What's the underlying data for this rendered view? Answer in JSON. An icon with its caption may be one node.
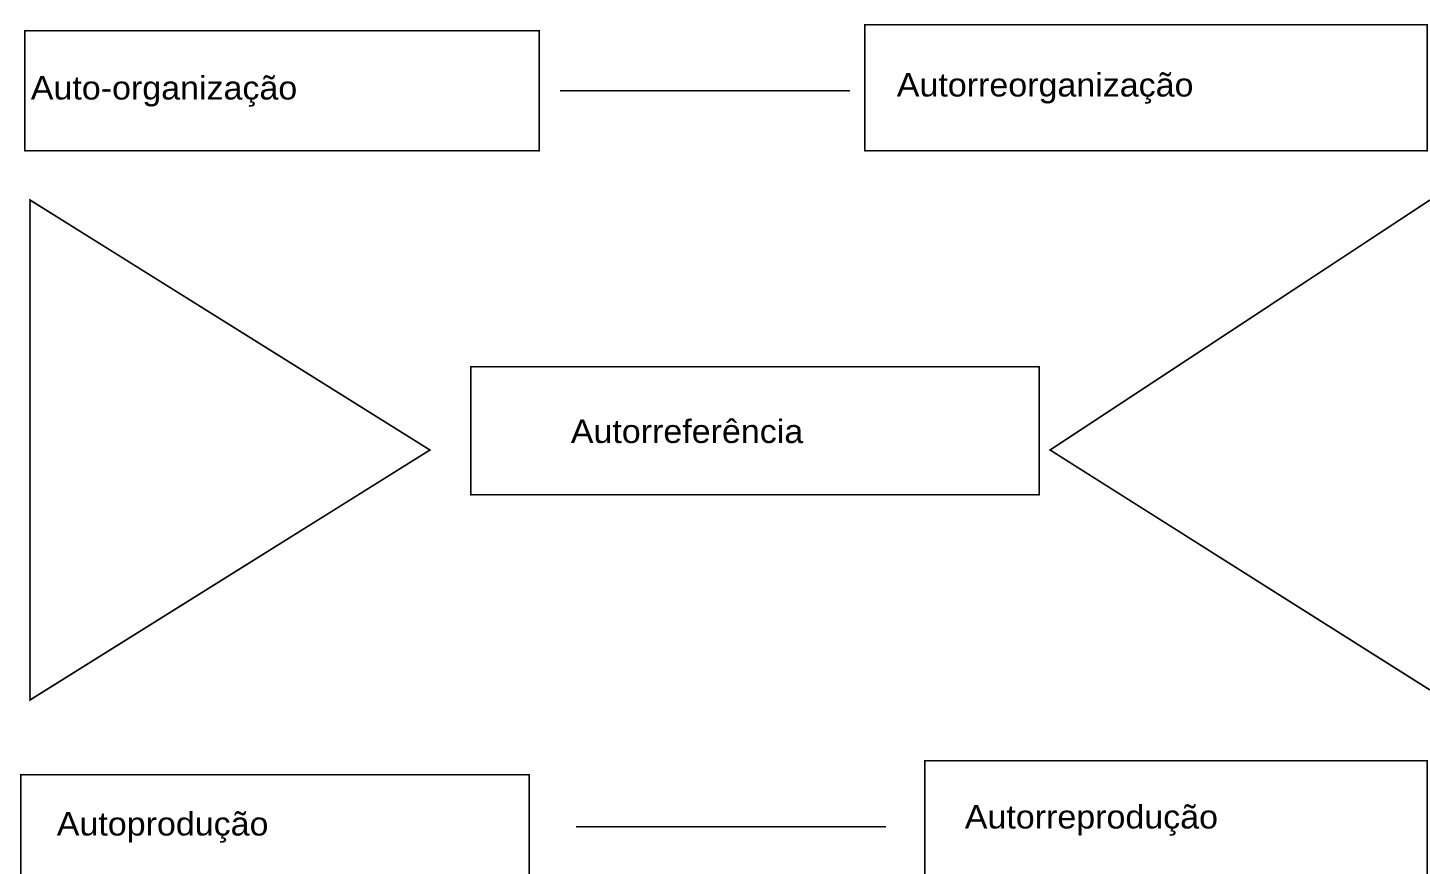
{
  "diagram": {
    "nodes": [
      {
        "text": [
          "Auto-organização"
        ]
      },
      {
        "text": [
          "Autorreorganização"
        ]
      },
      {
        "text": [],
        "shape": "triangle"
      },
      {
        "text": [
          "Autorreferência"
        ]
      },
      {
        "text": [],
        "shape": "triangle"
      },
      {
        "text": [
          "Autoprodução"
        ]
      },
      {
        "text": [
          "Autorreprodução"
        ]
      }
    ],
    "edges": [
      {
        "from": 0,
        "to": 1,
        "arrow": "none"
      },
      {
        "from": 5,
        "to": 6,
        "arrow": "none"
      }
    ]
  }
}
